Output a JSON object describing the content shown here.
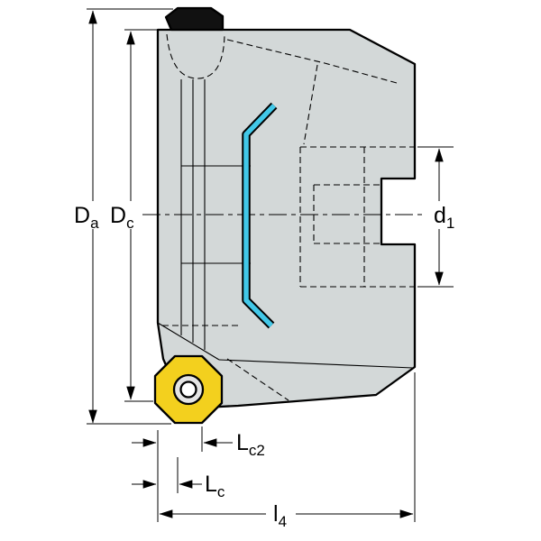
{
  "figure": {
    "type": "technical-drawing",
    "subject": "face-milling-cutter-side-view",
    "labels": {
      "da": {
        "main": "D",
        "sub": "a"
      },
      "dc": {
        "main": "D",
        "sub": "c"
      },
      "d1": {
        "main": "d",
        "sub": "1"
      },
      "lc2": {
        "main": "L",
        "sub": "c2"
      },
      "lc": {
        "main": "L",
        "sub": "c"
      },
      "l4": {
        "main": "l",
        "sub": "4"
      }
    },
    "colors": {
      "background": "#ffffff",
      "body": "#d3d8d8",
      "outline": "#000000",
      "insert": "#f3d01e",
      "highlight": "#42c8e8",
      "screw_outer": "#e4e4e4",
      "screw_inner": "#ffffff",
      "top_insert": "#111111"
    }
  }
}
